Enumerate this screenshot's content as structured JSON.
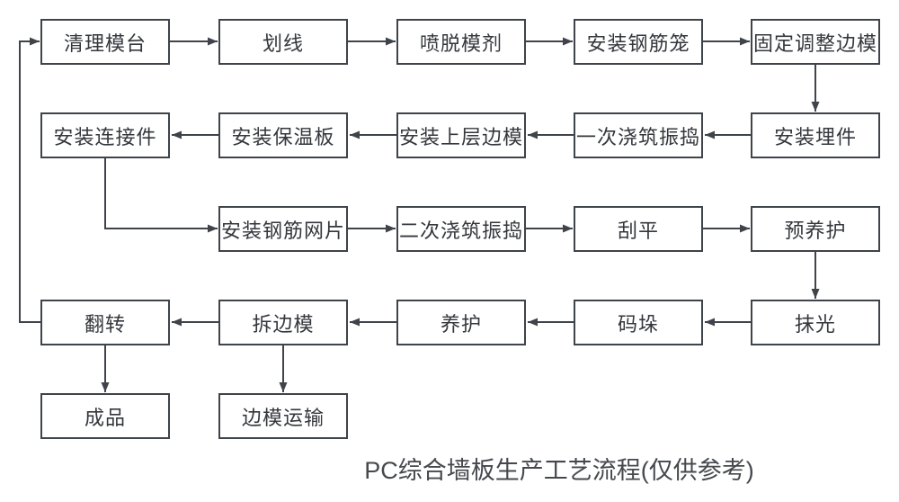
{
  "title": "PC综合墙板生产工艺流程(仅供参考)",
  "colors": {
    "line": "#3f434a",
    "text": "#34373c",
    "background": "#ffffff"
  },
  "nodes": [
    {
      "id": "clean-mold-platform",
      "label": "清理模台"
    },
    {
      "id": "marking",
      "label": "划线"
    },
    {
      "id": "spray-release-agent",
      "label": "喷脱模剂"
    },
    {
      "id": "install-rebar-cage",
      "label": "安装钢筋笼"
    },
    {
      "id": "fix-adjust-side-forms",
      "label": "固定调整边模"
    },
    {
      "id": "install-embedded-parts",
      "label": "安装埋件"
    },
    {
      "id": "first-pour-vibrate",
      "label": "一次浇筑振捣"
    },
    {
      "id": "install-upper-side-forms",
      "label": "安装上层边模"
    },
    {
      "id": "install-insulation-board",
      "label": "安装保温板"
    },
    {
      "id": "install-connectors",
      "label": "安装连接件"
    },
    {
      "id": "install-rebar-mesh",
      "label": "安装钢筋网片"
    },
    {
      "id": "second-pour-vibrate",
      "label": "二次浇筑振捣"
    },
    {
      "id": "screeding",
      "label": "刮平"
    },
    {
      "id": "pre-curing",
      "label": "预养护"
    },
    {
      "id": "trowel-finishing",
      "label": "抹光"
    },
    {
      "id": "stacking",
      "label": "码垛"
    },
    {
      "id": "curing",
      "label": "养护"
    },
    {
      "id": "remove-side-forms",
      "label": "拆边模"
    },
    {
      "id": "flipping",
      "label": "翻转"
    },
    {
      "id": "finished-product",
      "label": "成品"
    },
    {
      "id": "side-form-transport",
      "label": "边模运输"
    }
  ],
  "edges": [
    {
      "from": "clean-mold-platform",
      "to": "marking"
    },
    {
      "from": "marking",
      "to": "spray-release-agent"
    },
    {
      "from": "spray-release-agent",
      "to": "install-rebar-cage"
    },
    {
      "from": "install-rebar-cage",
      "to": "fix-adjust-side-forms"
    },
    {
      "from": "fix-adjust-side-forms",
      "to": "install-embedded-parts"
    },
    {
      "from": "install-embedded-parts",
      "to": "first-pour-vibrate"
    },
    {
      "from": "first-pour-vibrate",
      "to": "install-upper-side-forms"
    },
    {
      "from": "install-upper-side-forms",
      "to": "install-insulation-board"
    },
    {
      "from": "install-insulation-board",
      "to": "install-connectors"
    },
    {
      "from": "install-connectors",
      "to": "install-rebar-mesh"
    },
    {
      "from": "install-rebar-mesh",
      "to": "second-pour-vibrate"
    },
    {
      "from": "second-pour-vibrate",
      "to": "screeding"
    },
    {
      "from": "screeding",
      "to": "pre-curing"
    },
    {
      "from": "pre-curing",
      "to": "trowel-finishing"
    },
    {
      "from": "trowel-finishing",
      "to": "stacking"
    },
    {
      "from": "stacking",
      "to": "curing"
    },
    {
      "from": "curing",
      "to": "remove-side-forms"
    },
    {
      "from": "remove-side-forms",
      "to": "flipping"
    },
    {
      "from": "flipping",
      "to": "finished-product"
    },
    {
      "from": "remove-side-forms",
      "to": "side-form-transport"
    },
    {
      "from": "flipping",
      "to": "clean-mold-platform"
    }
  ]
}
